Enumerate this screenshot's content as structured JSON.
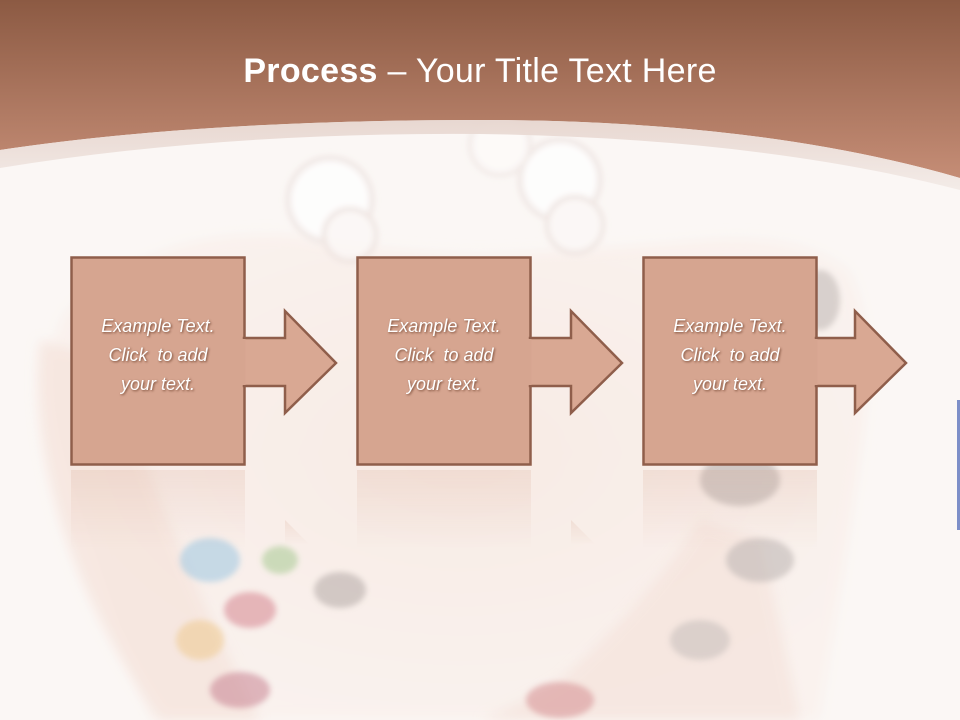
{
  "slide": {
    "title_bold": "Process",
    "title_rest": " – Your Title Text Here"
  },
  "steps": [
    {
      "line1": "Example Text.",
      "line2": "Click  to add",
      "line3": "your text."
    },
    {
      "line1": "Example Text.",
      "line2": "Click  to add",
      "line3": "your text."
    },
    {
      "line1": "Example Text.",
      "line2": "Click  to add",
      "line3": "your text."
    }
  ],
  "colors": {
    "header_top": "#8c5a43",
    "header_bottom": "#c8907a",
    "box_fill": "#d6a590",
    "box_border": "#8f5e4b",
    "arrow_fill": "#d9a893",
    "background": "#faf5f2"
  },
  "icons": {
    "step_shape": "box-with-right-arrow"
  }
}
